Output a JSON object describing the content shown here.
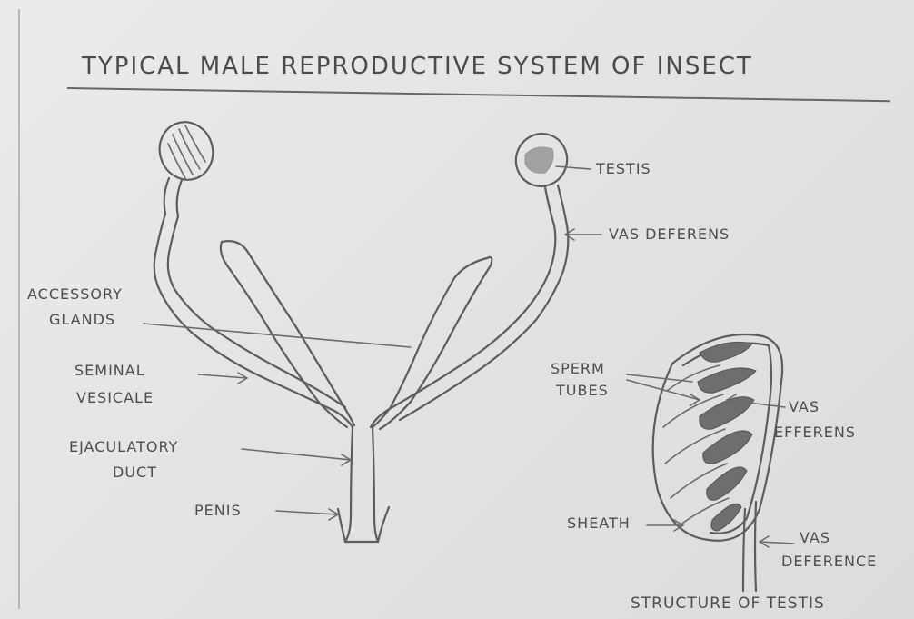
{
  "title": "TYPICAL MALE REPRODUCTIVE SYSTEM OF INSECT",
  "labels": {
    "testis": "TESTIS",
    "vas_deferens": "VAS DEFERENS",
    "accessory_glands_line1": "ACCESSORY",
    "accessory_glands_line2": "GLANDS",
    "seminal_vesicle_line1": "SEMINAL",
    "seminal_vesicle_line2": "VESICALE",
    "ejaculatory_duct_line1": "EJACULATORY",
    "ejaculatory_duct_line2": "DUCT",
    "penis": "PENIS"
  },
  "inset": {
    "caption": "STRUCTURE OF TESTIS",
    "sperm_tubes_line1": "SPERM",
    "sperm_tubes_line2": "TUBES",
    "vas_efferens_line1": "VAS",
    "vas_efferens_line2": "EFFERENS",
    "sheath": "SHEATH",
    "vas_deference_line1": "VAS",
    "vas_deference_line2": "DEFERENCE"
  },
  "colors": {
    "paper": "#e4e4e2",
    "ink": "#5d5d5b"
  }
}
